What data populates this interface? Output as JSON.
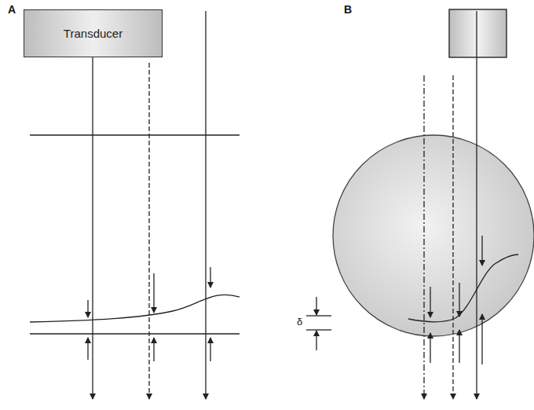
{
  "diagram": {
    "nodes": [
      {
        "text": [
          "Transducer"
        ]
      }
    ],
    "labels": [
      "A",
      "B",
      "δ"
    ]
  }
}
